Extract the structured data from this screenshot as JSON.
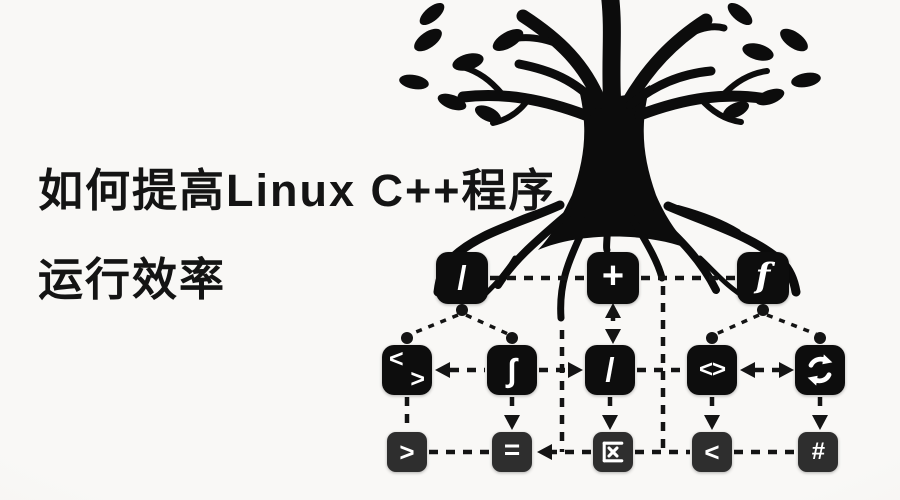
{
  "title": {
    "line1": "如何提高Linux C++程序",
    "line2": "运行效率"
  },
  "illustration": {
    "name": "black-tree-with-roots-silhouette"
  },
  "colors": {
    "background": "#f7f6f4",
    "node_black": "#0d0d0d",
    "node_gray": "#2e2e2e",
    "symbol_white": "#ffffff",
    "line_black": "#141414",
    "title_black": "#141414"
  },
  "diagram": {
    "rows": [
      {
        "nodes": [
          {
            "symbol": "/"
          },
          {
            "symbol": "+"
          },
          {
            "symbol": "f"
          }
        ]
      },
      {
        "nodes": [
          {
            "symbol_top": "<",
            "symbol_bottom": ">"
          },
          {
            "symbol": "∫"
          },
          {
            "symbol": "/"
          },
          {
            "symbol": "<>"
          },
          {
            "icon": "refresh-icon",
            "symbol": "⟳"
          }
        ]
      },
      {
        "nodes": [
          {
            "symbol": ">"
          },
          {
            "symbol": "="
          },
          {
            "icon": "cjk-qu-icon",
            "symbol": "区"
          },
          {
            "symbol": "<"
          },
          {
            "symbol": "#"
          }
        ]
      }
    ]
  }
}
